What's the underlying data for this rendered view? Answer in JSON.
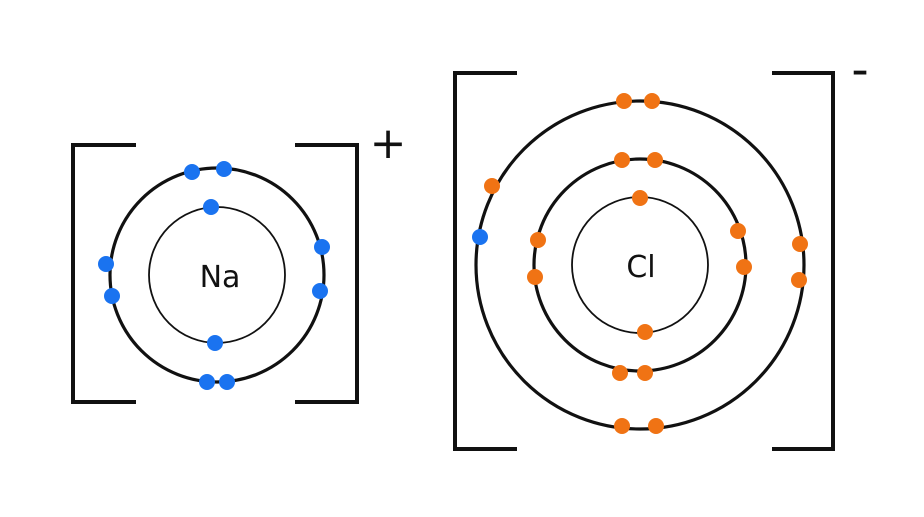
{
  "diagram": {
    "colors": {
      "sodium_electron": "#1a73f0",
      "chlorine_electron": "#f07314",
      "transferred_electron": "#1a73f0",
      "line": "#111111"
    },
    "sodium": {
      "symbol": "Na",
      "charge": "+",
      "shell_electron_counts": [
        2,
        8
      ]
    },
    "chlorine": {
      "symbol": "Cl",
      "charge": "-",
      "shell_electron_counts": [
        2,
        8,
        8
      ],
      "transferred_electrons": 1
    }
  }
}
